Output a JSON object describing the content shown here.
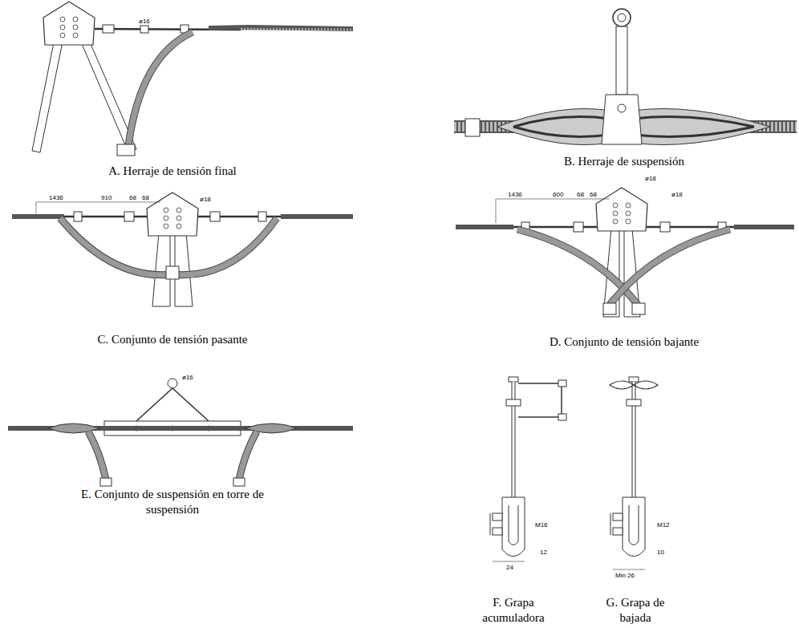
{
  "diagram": {
    "labels": [
      "ø16",
      "A. Herraje de tensión final",
      "B. Herraje de suspensión",
      "1436",
      "910",
      "68",
      "68",
      "ø18",
      "C. Conjunto de tensión pasante",
      "1436",
      "600",
      "68",
      "68",
      "ø18",
      "ø18",
      "D. Conjunto de tensión bajante",
      "ø16",
      "E. Conjunto de suspensión en torre de suspensión",
      "M16",
      "24",
      "12",
      "F. Grapa acumuladora",
      "M12",
      "10",
      "Min 26",
      "G. Grapa de bajada"
    ]
  }
}
